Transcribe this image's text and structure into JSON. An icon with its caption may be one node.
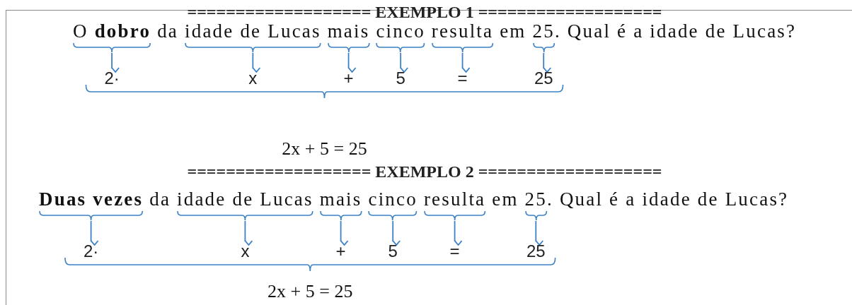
{
  "diagram": {
    "nodes": [
      {
        "text": [
          "O **dobro**"
        ]
      },
      {
        "text": [
          "idade de Lucas"
        ]
      },
      {
        "text": [
          "mais"
        ]
      },
      {
        "text": [
          "cinco"
        ]
      },
      {
        "text": [
          "resulta"
        ]
      },
      {
        "text": [
          "25"
        ]
      },
      {
        "text": [
          "2·"
        ]
      },
      {
        "text": [
          "x"
        ]
      },
      {
        "text": [
          "+"
        ]
      },
      {
        "text": [
          "5"
        ]
      },
      {
        "text": [
          "="
        ]
      },
      {
        "text": [
          "25"
        ]
      },
      {
        "text": [
          "Duas vezes"
        ]
      },
      {
        "text": [
          "idade de Lucas"
        ]
      },
      {
        "text": [
          "mais"
        ]
      },
      {
        "text": [
          "cinco"
        ]
      },
      {
        "text": [
          "resulta"
        ]
      },
      {
        "text": [
          "25"
        ]
      },
      {
        "text": [
          "2·"
        ]
      },
      {
        "text": [
          "x"
        ]
      },
      {
        "text": [
          "+"
        ]
      },
      {
        "text": [
          "5"
        ]
      },
      {
        "text": [
          "="
        ]
      },
      {
        "text": [
          "25"
        ]
      }
    ],
    "edges": [
      {
        "from": 0,
        "to": 6,
        "arrow": "to"
      },
      {
        "from": 1,
        "to": 7,
        "arrow": "to"
      },
      {
        "from": 2,
        "to": 8,
        "arrow": "to"
      },
      {
        "from": 3,
        "to": 9,
        "arrow": "to"
      },
      {
        "from": 4,
        "to": 10,
        "arrow": "to"
      },
      {
        "from": 5,
        "to": 11,
        "arrow": "to"
      },
      {
        "from": 12,
        "to": 18,
        "arrow": "to"
      },
      {
        "from": 13,
        "to": 19,
        "arrow": "to"
      },
      {
        "from": 14,
        "to": 20,
        "arrow": "to"
      },
      {
        "from": 15,
        "to": 21,
        "arrow": "to"
      },
      {
        "from": 16,
        "to": 22,
        "arrow": "to"
      },
      {
        "from": 17,
        "to": 23,
        "arrow": "to"
      }
    ],
    "labels": [
      "=================== EXEMPLO 1 ===================",
      "da",
      "em",
      ". Qual é a idade de Lucas?",
      "2x + 5 = 25",
      "=================== EXEMPLO 2 ===================",
      "da",
      "em",
      ". Qual é a idade de Lucas?",
      "2x + 5 = 25"
    ]
  }
}
